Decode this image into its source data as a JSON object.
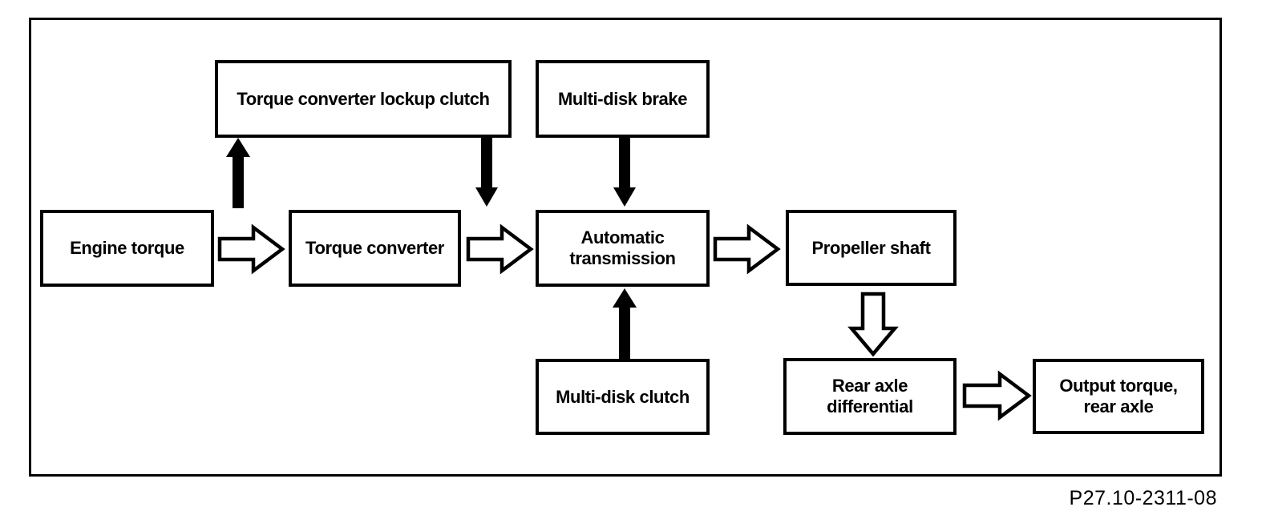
{
  "figure": {
    "code": "P27.10-2311-08"
  },
  "colors": {
    "ink": "#000000",
    "background": "#ffffff"
  },
  "nodes": [
    {
      "id": "torque-converter-lockup-clutch",
      "label": "Torque converter lockup clutch"
    },
    {
      "id": "multi-disk-brake",
      "label": "Multi-disk brake"
    },
    {
      "id": "engine-torque",
      "label": "Engine torque"
    },
    {
      "id": "torque-converter",
      "label": "Torque converter"
    },
    {
      "id": "automatic-transmission",
      "label": "Automatic transmission"
    },
    {
      "id": "propeller-shaft",
      "label": "Propeller shaft"
    },
    {
      "id": "multi-disk-clutch",
      "label": "Multi-disk clutch"
    },
    {
      "id": "rear-axle-differential",
      "label": "Rear axle differential"
    },
    {
      "id": "output-torque-rear-axle",
      "label": "Output torque, rear axle"
    }
  ],
  "edges": [
    {
      "from": "engine-torque",
      "to": "torque-converter",
      "style": "outline-block-arrow",
      "direction": "right"
    },
    {
      "from": "torque-converter",
      "to": "automatic-transmission",
      "style": "outline-block-arrow",
      "direction": "right"
    },
    {
      "from": "automatic-transmission",
      "to": "propeller-shaft",
      "style": "outline-block-arrow",
      "direction": "right"
    },
    {
      "from": "propeller-shaft",
      "to": "rear-axle-differential",
      "style": "outline-block-arrow",
      "direction": "down"
    },
    {
      "from": "rear-axle-differential",
      "to": "output-torque-rear-axle",
      "style": "outline-block-arrow",
      "direction": "right"
    },
    {
      "from": "engine-torque/torque-converter junction",
      "to": "torque-converter-lockup-clutch",
      "style": "solid-arrow",
      "direction": "up"
    },
    {
      "from": "torque-converter-lockup-clutch",
      "to": "torque-converter/automatic-transmission junction",
      "style": "solid-arrow",
      "direction": "down"
    },
    {
      "from": "multi-disk-brake",
      "to": "automatic-transmission",
      "style": "solid-arrow",
      "direction": "down"
    },
    {
      "from": "multi-disk-clutch",
      "to": "automatic-transmission",
      "style": "solid-arrow",
      "direction": "up"
    }
  ]
}
